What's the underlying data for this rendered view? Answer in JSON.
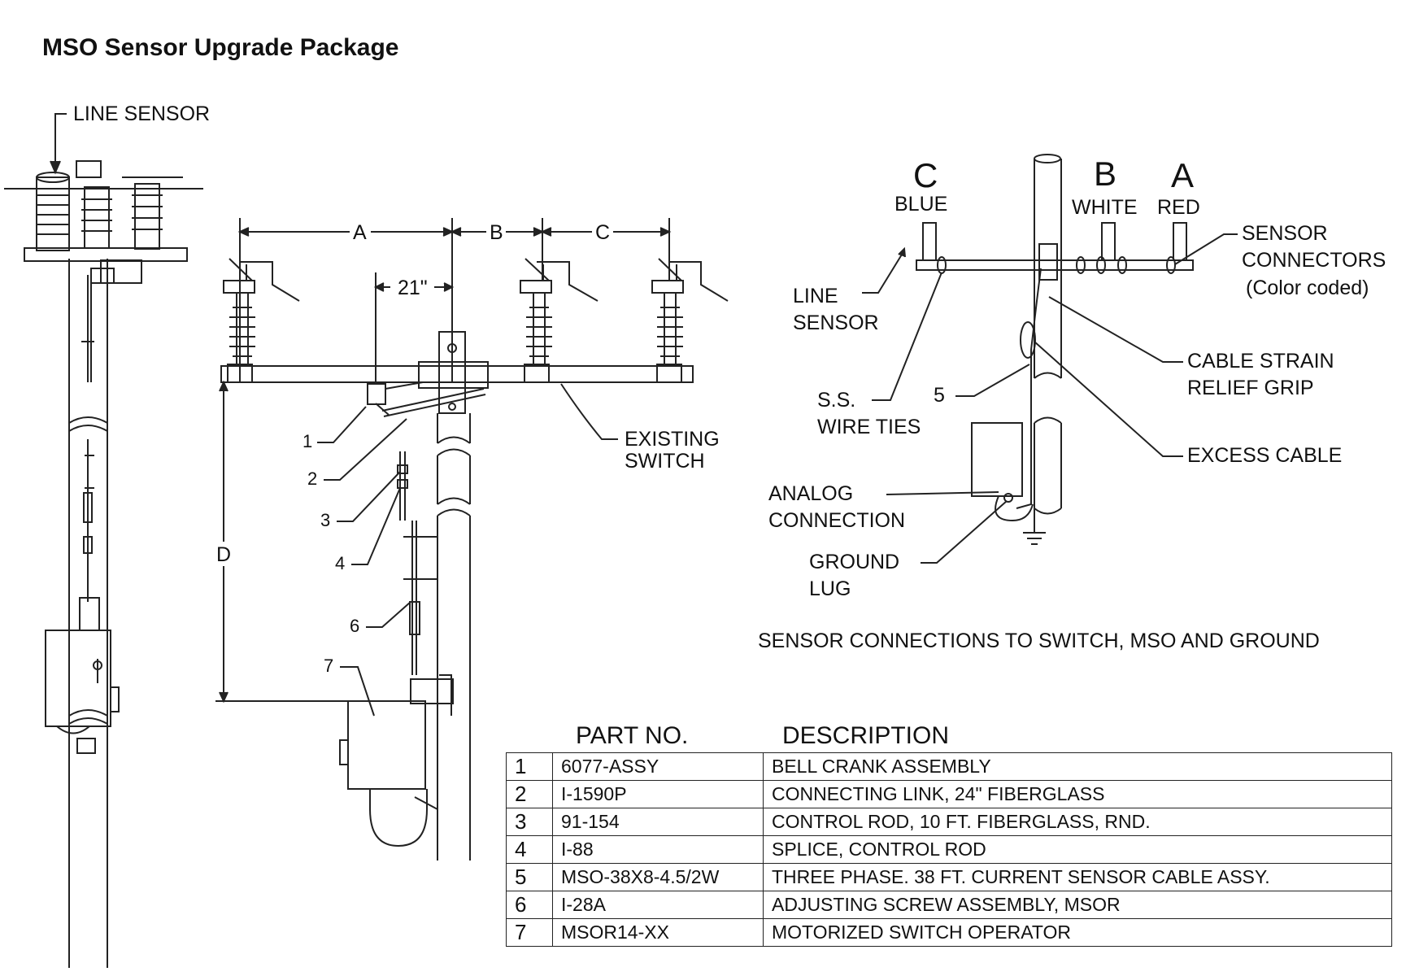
{
  "title": "MSO Sensor Upgrade Package",
  "side_view": {
    "line_sensor_label": "LINE SENSOR"
  },
  "front_view": {
    "dims": {
      "a": "A",
      "b": "B",
      "c": "C",
      "d": "D",
      "inch": "21\""
    },
    "existing_switch": [
      "EXISTING",
      "SWITCH"
    ],
    "callouts": [
      "1",
      "2",
      "3",
      "4",
      "6",
      "7"
    ]
  },
  "connections_view": {
    "phases": [
      {
        "letter": "C",
        "color": "BLUE"
      },
      {
        "letter": "B",
        "color": "WHITE"
      },
      {
        "letter": "A",
        "color": "RED"
      }
    ],
    "labels": {
      "sensor_connectors": [
        "SENSOR",
        "CONNECTORS",
        "(Color coded)"
      ],
      "line_sensor": [
        "LINE",
        "SENSOR"
      ],
      "cable_strain": [
        "CABLE STRAIN",
        "RELIEF GRIP"
      ],
      "ss_wire_ties": [
        "S.S.",
        "WIRE TIES"
      ],
      "callout_5": "5",
      "excess_cable": "EXCESS CABLE",
      "analog_connection": [
        "ANALOG",
        "CONNECTION"
      ],
      "ground_lug": [
        "GROUND",
        "LUG"
      ]
    },
    "caption": "SENSOR CONNECTIONS TO SWITCH, MSO AND GROUND"
  },
  "parts_table": {
    "headers": [
      "PART NO.",
      "DESCRIPTION"
    ],
    "rows": [
      {
        "item": "1",
        "part": "6077-ASSY",
        "desc": "BELL CRANK ASSEMBLY"
      },
      {
        "item": "2",
        "part": "I-1590P",
        "desc": "CONNECTING LINK, 24\" FIBERGLASS"
      },
      {
        "item": "3",
        "part": "91-154",
        "desc": "CONTROL ROD, 10 FT. FIBERGLASS, RND."
      },
      {
        "item": "4",
        "part": "I-88",
        "desc": "SPLICE, CONTROL ROD"
      },
      {
        "item": "5",
        "part": "MSO-38X8-4.5/2W",
        "desc": "THREE PHASE. 38 FT. CURRENT SENSOR CABLE ASSY."
      },
      {
        "item": "6",
        "part": "I-28A",
        "desc": "ADJUSTING SCREW ASSEMBLY, MSOR"
      },
      {
        "item": "7",
        "part": "MSOR14-XX",
        "desc": "MOTORIZED SWITCH OPERATOR"
      }
    ]
  }
}
